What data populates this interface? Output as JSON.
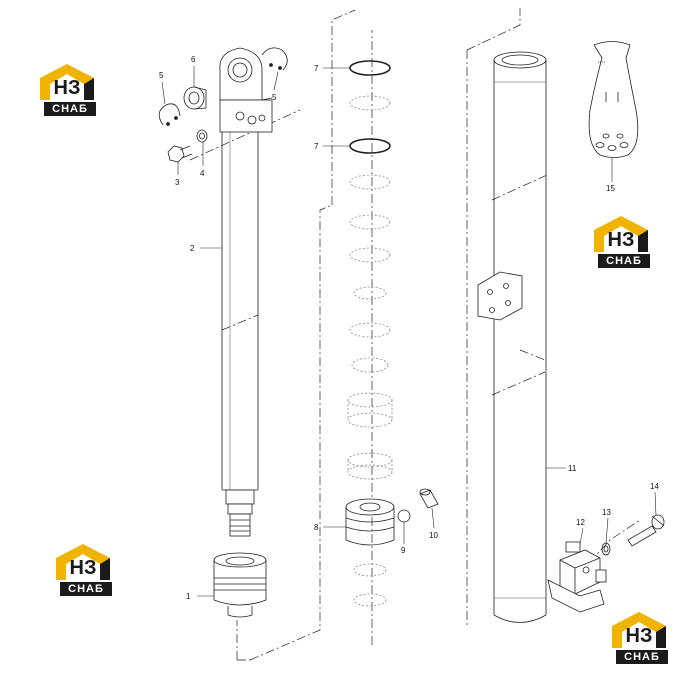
{
  "callouts": {
    "c1": "1",
    "c2": "2",
    "c3": "3",
    "c4": "4",
    "c5a": "5",
    "c5b": "5",
    "c6": "6",
    "c7a": "7",
    "c7b": "7",
    "c8": "8",
    "c9": "9",
    "c10": "10",
    "c11": "11",
    "c12": "12",
    "c13": "13",
    "c14": "14",
    "c15": "15"
  },
  "logo": {
    "mark": "НЗ",
    "text": "СНАБ",
    "accent_color": "#f0b400",
    "dark_color": "#1a1a1a"
  }
}
